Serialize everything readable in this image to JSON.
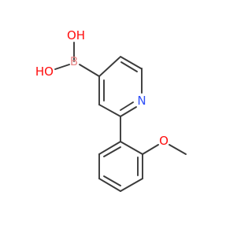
{
  "molecule": {
    "atoms": {
      "oh_top": {
        "label": "OH",
        "color": "#ff0d0d"
      },
      "oh_left": {
        "label": "HO",
        "color": "#ff0d0d"
      },
      "boron": {
        "label": "B",
        "color": "#e88a8a"
      },
      "nitrogen": {
        "label": "N",
        "color": "#3050f8"
      },
      "oxygen": {
        "label": "O",
        "color": "#ff0d0d"
      }
    }
  }
}
